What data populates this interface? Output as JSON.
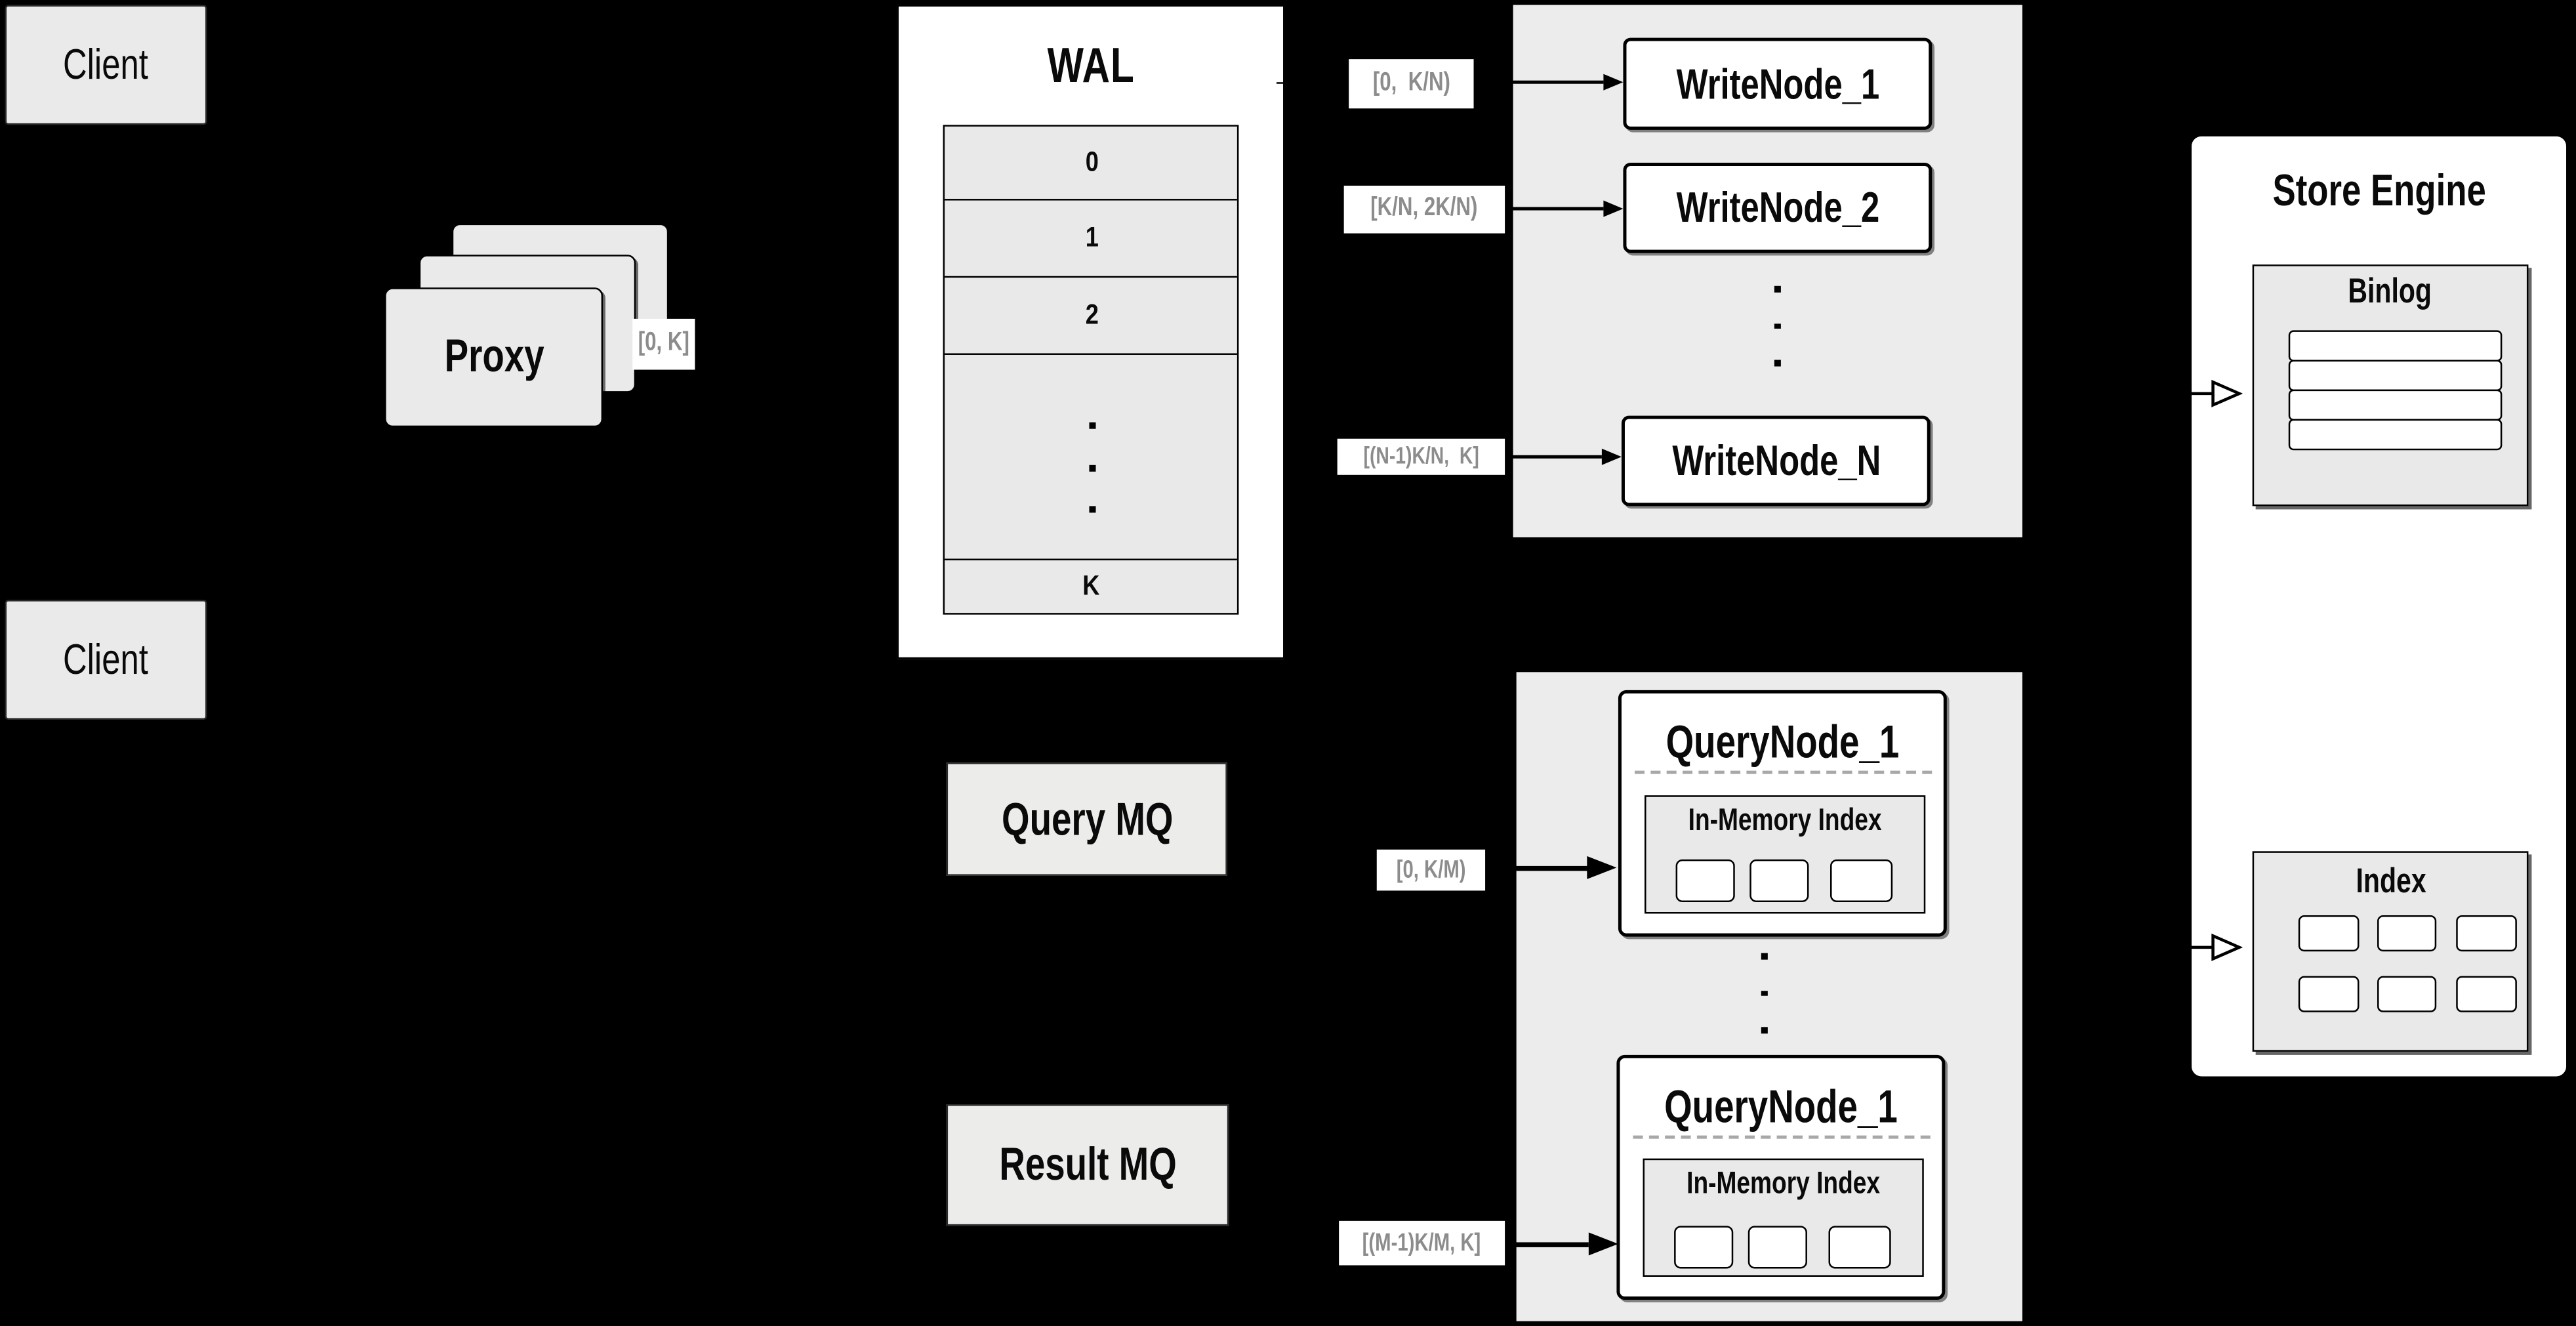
{
  "colors": {
    "background": "#000000",
    "panel_gray": "#ececec",
    "box_gray": "#eaeaea",
    "node_white": "#ffffff",
    "line_black": "#000000",
    "muted_label_text": "#8c8c8c"
  },
  "clients": {
    "top_label": "Client",
    "bottom_label": "Client"
  },
  "proxy": {
    "label": "Proxy"
  },
  "wal": {
    "title": "WAL",
    "rows": [
      "0",
      "1",
      "2"
    ],
    "last_row": "K"
  },
  "range_labels": {
    "proxy_to_wal": "[0, K]",
    "wal_to_write_1": "[0,  K/N)",
    "wal_to_write_2": "[K/N, 2K/N)",
    "wal_to_write_n": "[(N-1)K/N,  K]",
    "query_mq_to_node_1": "[0, K/M)",
    "query_mq_to_node_m": "[(M-1)K/M, K]"
  },
  "write_nodes": {
    "node_1": "WriteNode_1",
    "node_2": "WriteNode_2",
    "node_n": "WriteNode_N"
  },
  "query_nodes": {
    "card_1": {
      "title": "QueryNode_1",
      "index_label": "In-Memory Index"
    },
    "card_2": {
      "title": "QueryNode_1",
      "index_label": "In-Memory Index"
    }
  },
  "mq": {
    "query_label": "Query MQ",
    "result_label": "Result MQ"
  },
  "store_engine": {
    "title": "Store Engine",
    "binlog_label": "Binlog",
    "index_label": "Index"
  }
}
